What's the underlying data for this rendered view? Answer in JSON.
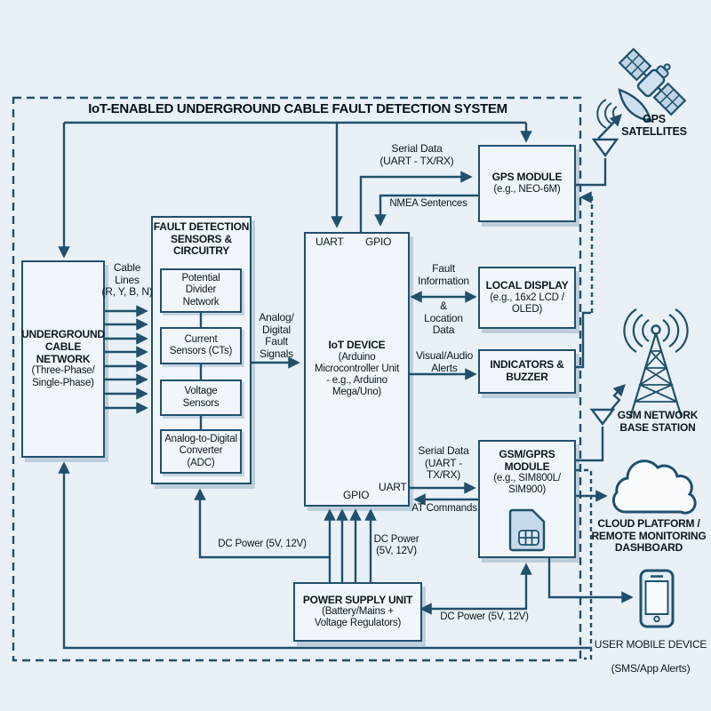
{
  "colors": {
    "background": "#e9f1f7",
    "box_fill": "#f0f6fb",
    "line": "#20506c",
    "text": "#0e1620",
    "icon_fill": "#bfd5e6"
  },
  "title": "IoT-ENABLED UNDERGROUND CABLE FAULT DETECTION SYSTEM",
  "boxes": {
    "ucn": {
      "title": "UNDERGROUND\nCABLE\nNETWORK",
      "subtitle": "(Three-Phase/\nSingle-Phase)"
    },
    "fds": {
      "title": "FAULT DETECTION\nSENSORS &\nCIRCUITRY",
      "pdn": "Potential\nDivider\nNetwork",
      "cs": "Current\nSensors (CTs)",
      "vs": "Voltage\nSensors",
      "adc": "Analog-to-Digital\nConverter\n(ADC)"
    },
    "iot": {
      "uart_top": "UART",
      "gpio_top": "GPIO",
      "title": "IoT DEVICE",
      "subtitle": "(Arduino\nMicrocontroller Unit\n- e.g., Arduino\nMega/Uno)",
      "gpio_bottom": "GPIO",
      "uart_bottom": "UART"
    },
    "gps": {
      "title": "GPS MODULE",
      "subtitle": "(e.g., NEO-6M)"
    },
    "display": {
      "title": "LOCAL DISPLAY",
      "subtitle": "(e.g., 16x2 LCD /\nOLED)"
    },
    "indicators": {
      "title": "INDICATORS &\nBUZZER"
    },
    "gsm": {
      "title": "GSM/GPRS\nMODULE",
      "subtitle": "(e.g., SIM800L/\nSIM900)"
    },
    "psu": {
      "title": "POWER SUPPLY UNIT",
      "subtitle": "(Battery/Mains +\nVoltage Regulators)"
    }
  },
  "edge_labels": {
    "cable_lines": "Cable\nLines\n(R, Y, B, N)",
    "fault_signals": "Analog/\nDigital\nFault\nSignals",
    "serial_gps": "Serial Data\n(UART - TX/RX)",
    "nmea": "NMEA Sentences",
    "fault_info_top": "Fault\nInformation",
    "fault_info_bottom": "&\nLocation\nData",
    "alerts": "Visual/Audio\nAlerts",
    "serial_gsm": "Serial Data\n(UART -\nTX/RX)",
    "at_commands": "AT Commands",
    "dc_left": "DC Power (5V, 12V)",
    "dc_center": "DC Power\n(5V, 12V)",
    "dc_right": "DC Power (5V, 12V)"
  },
  "external": {
    "satellites": "GPS\nSATELLITES",
    "base_station": "GSM NETWORK\nBASE STATION",
    "cloud": "CLOUD PLATFORM /\nREMOTE MONITORING\nDASHBOARD",
    "mobile_title": "USER MOBILE DEVICE",
    "mobile_subtitle": "(SMS/App Alerts)"
  },
  "icons": {
    "satellite": "gps-satellite-icon",
    "gps_antenna": "gps-antenna-icon",
    "gsm_antenna": "gsm-antenna-icon",
    "tower": "gsm-base-station-icon",
    "cloud": "cloud-icon",
    "phone": "mobile-phone-icon",
    "sim": "sim-card-icon"
  }
}
